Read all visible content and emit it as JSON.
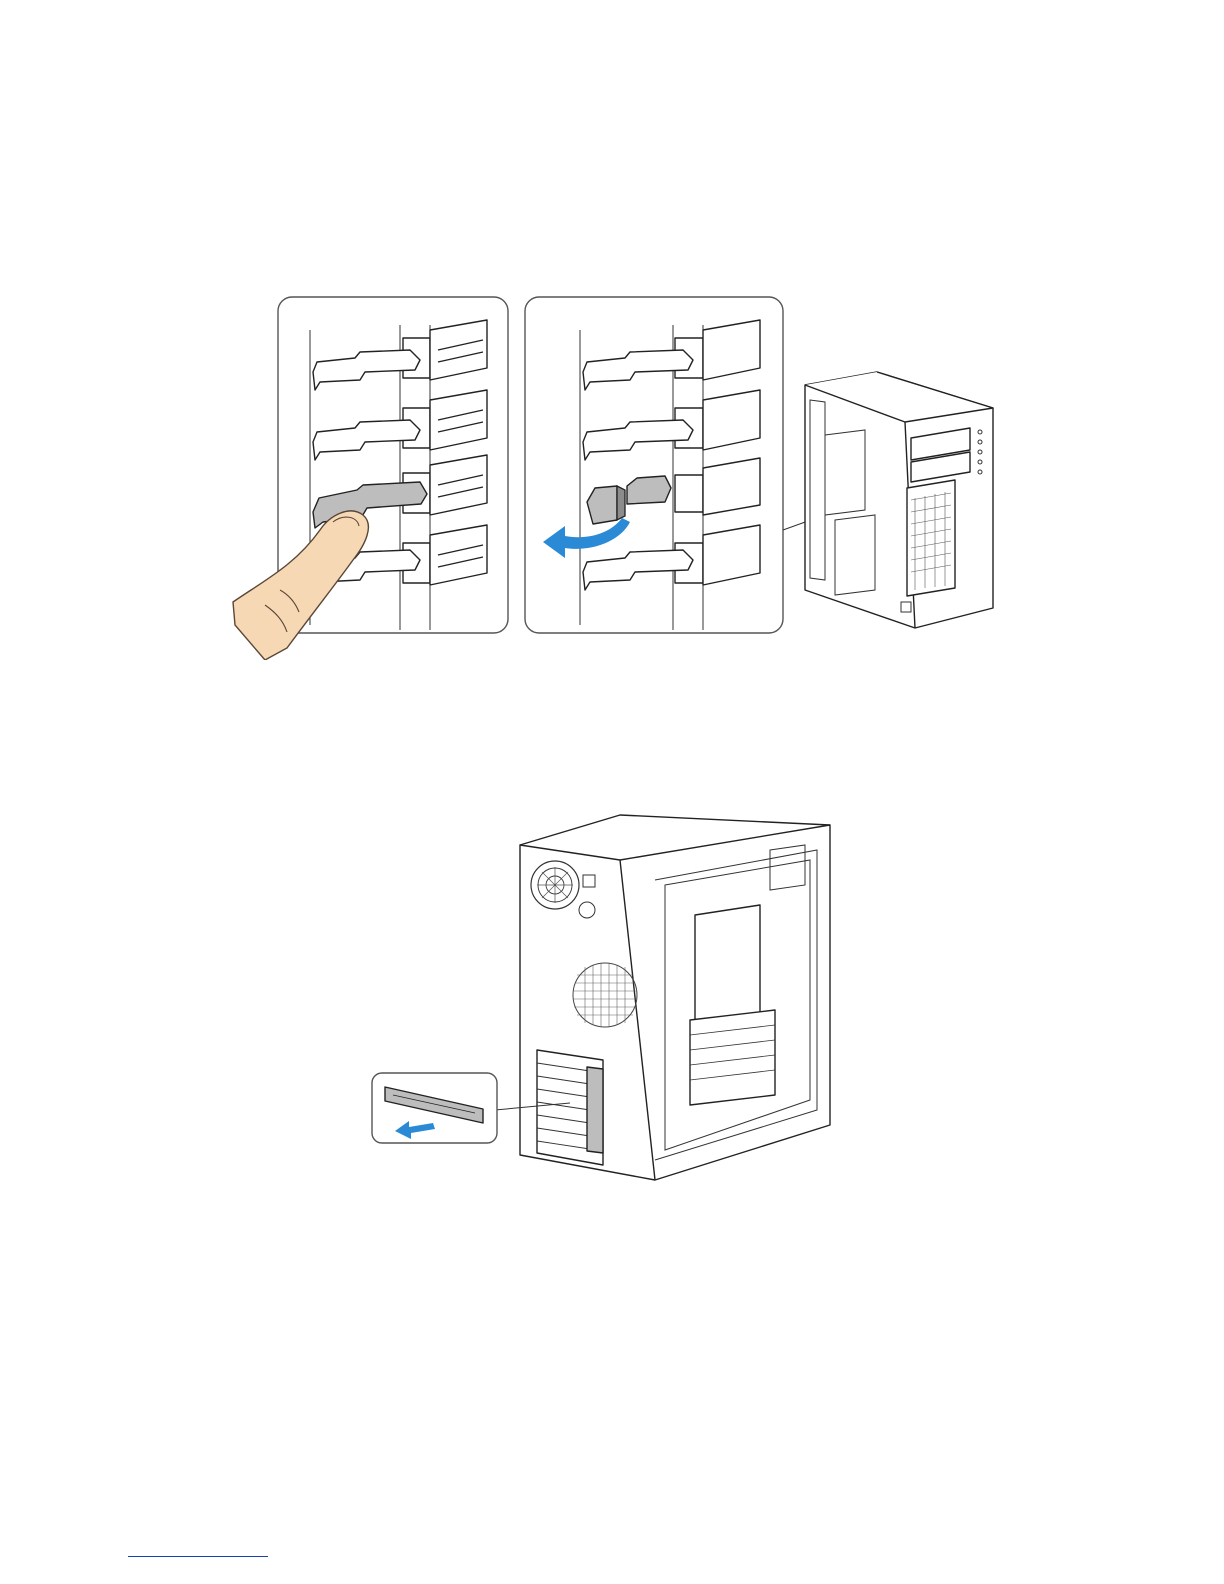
{
  "page": {
    "figures": [
      {
        "id": "top",
        "panels": [
          "press-latch",
          "rotate-latch-open",
          "chassis-context"
        ],
        "arrow_color": "#2a8ad6",
        "latch_color": "#bdbdbd"
      },
      {
        "id": "bottom",
        "panels": [
          "chassis-rear",
          "slot-cover-removal"
        ],
        "arrow_color": "#2a8ad6"
      }
    ],
    "footnote_rule_color": "#1a3fb0"
  }
}
